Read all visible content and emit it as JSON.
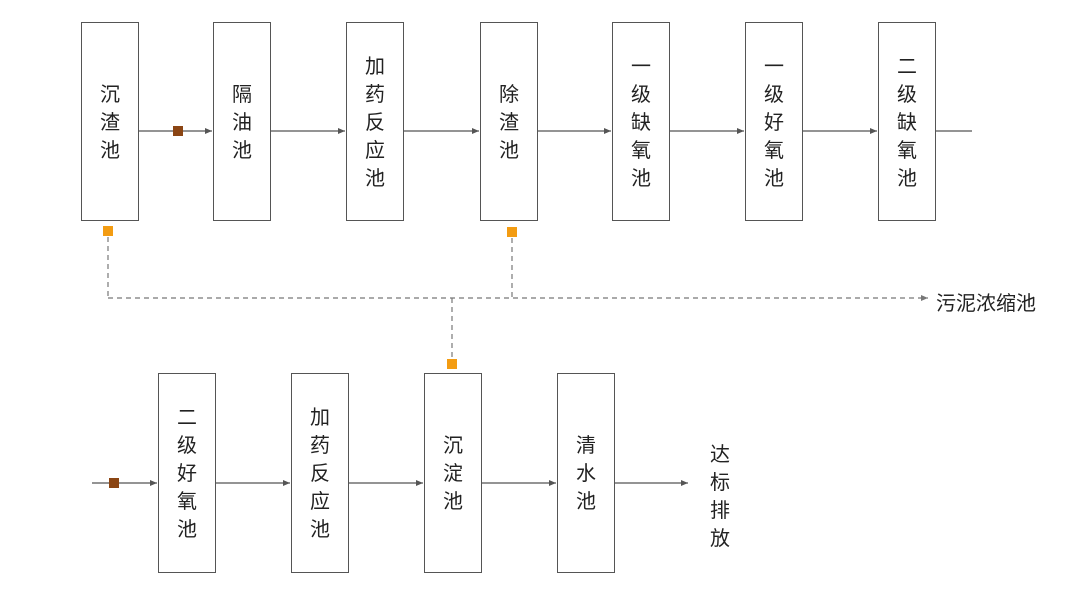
{
  "nodes": {
    "row1": [
      {
        "id": "chenzha",
        "label": "沉渣池"
      },
      {
        "id": "geyou",
        "label": "隔油池"
      },
      {
        "id": "jiayao1",
        "label": "加药反应池"
      },
      {
        "id": "chuzha",
        "label": "除渣池"
      },
      {
        "id": "queyang1",
        "label": "一级缺氧池"
      },
      {
        "id": "haoyang1",
        "label": "一级好氧池"
      },
      {
        "id": "queyang2",
        "label": "二级缺氧池"
      }
    ],
    "row2": [
      {
        "id": "haoyang2",
        "label": "二级好氧池"
      },
      {
        "id": "jiayao2",
        "label": "加药反应池"
      },
      {
        "id": "chendian",
        "label": "沉淀池"
      },
      {
        "id": "qingshui",
        "label": "清水池"
      }
    ]
  },
  "outputs": {
    "sludge": "污泥浓缩池",
    "discharge": "达标排放"
  },
  "colors": {
    "border": "#555555",
    "arrow": "#555555",
    "dashed": "#777777",
    "pump_brown": "#8B4513",
    "sludge_orange": "#F39C12"
  }
}
